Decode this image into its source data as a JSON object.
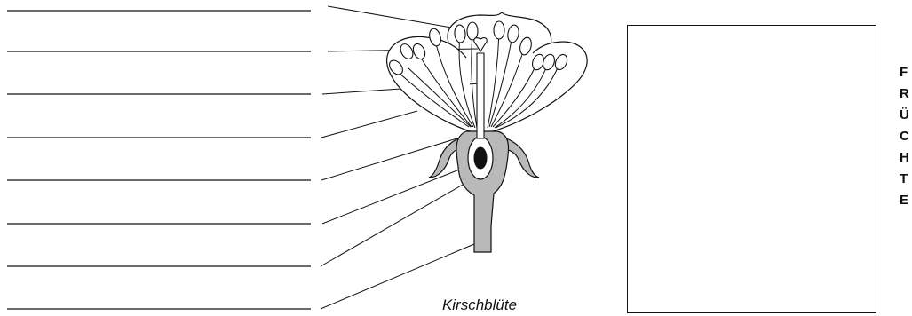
{
  "diagram": {
    "caption": "Kirschblüte",
    "side_word": [
      "F",
      "R",
      "Ü",
      "C",
      "H",
      "T",
      "E"
    ],
    "label_lines_count": 8
  }
}
